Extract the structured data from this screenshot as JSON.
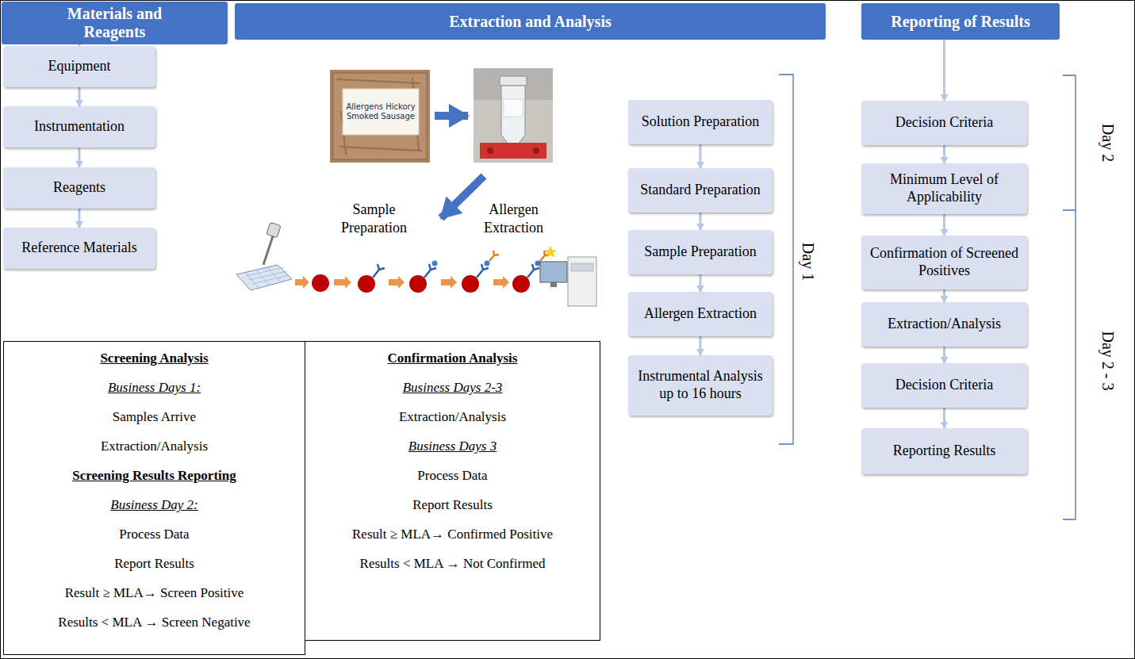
{
  "diagram": {
    "nodes": [
      {
        "text": [
          "Materials and Reagents"
        ]
      },
      {
        "text": [
          "Extraction and Analysis"
        ]
      },
      {
        "text": [
          "Reporting of Results"
        ]
      },
      {
        "text": [
          "Equipment"
        ]
      },
      {
        "text": [
          "Instrumentation"
        ]
      },
      {
        "text": [
          "Reagents"
        ]
      },
      {
        "text": [
          "Reference Materials"
        ]
      },
      {
        "text": [
          "Sample Preparation"
        ]
      },
      {
        "text": [
          "Allergen Extraction"
        ]
      },
      {
        "text": [
          "Solution Preparation"
        ]
      },
      {
        "text": [
          "Standard Preparation"
        ]
      },
      {
        "text": [
          "Sample Preparation"
        ]
      },
      {
        "text": [
          "Allergen Extraction"
        ]
      },
      {
        "text": [
          "Instrumental Analysis up to 16 hours"
        ]
      },
      {
        "text": [
          "Decision Criteria"
        ]
      },
      {
        "text": [
          "Minimum Level of Applicability"
        ]
      },
      {
        "text": [
          "Confirmation of Screened Positives"
        ]
      },
      {
        "text": [
          "Extraction/Analysis"
        ]
      },
      {
        "text": [
          "Decision Criteria"
        ]
      },
      {
        "text": [
          "Reporting Results"
        ]
      },
      {
        "text": [
          "Screening Analysis",
          "Business Days 1:",
          "Samples Arrive",
          "Extraction/Analysis",
          "Screening Results Reporting",
          "Business Day 2:",
          "Process Data",
          "Report Results",
          "Result ≥ MLA→ Screen Positive",
          "Results < MLA → Screen Negative"
        ]
      },
      {
        "text": [
          "Confirmation Analysis",
          "Business Days 2-3",
          "Extraction/Analysis",
          "Business Days 3",
          "Process Data",
          "Report Results",
          "Result ≥ MLA→ Confirmed Positive",
          "Results < MLA → Not Confirmed"
        ]
      }
    ],
    "edges": [
      {
        "from": 0,
        "to": 3,
        "arrow": "to"
      },
      {
        "from": 3,
        "to": 4,
        "arrow": "to"
      },
      {
        "from": 4,
        "to": 5,
        "arrow": "to"
      },
      {
        "from": 5,
        "to": 6,
        "arrow": "to"
      },
      {
        "from": 7,
        "to": 8,
        "arrow": "to"
      },
      {
        "from": 9,
        "to": 10,
        "arrow": "to"
      },
      {
        "from": 10,
        "to": 11,
        "arrow": "to"
      },
      {
        "from": 11,
        "to": 12,
        "arrow": "to"
      },
      {
        "from": 12,
        "to": 13,
        "arrow": "to"
      },
      {
        "from": 2,
        "to": 14,
        "arrow": "to"
      },
      {
        "from": 14,
        "to": 15,
        "arrow": "to"
      },
      {
        "from": 15,
        "to": 16,
        "arrow": "to"
      },
      {
        "from": 16,
        "to": 17,
        "arrow": "to"
      },
      {
        "from": 17,
        "to": 18,
        "arrow": "to"
      },
      {
        "from": 18,
        "to": 19,
        "arrow": "to"
      }
    ],
    "labels": [
      "Allergens Hickory Smoked Sausage",
      "Day 1",
      "Day 2",
      "Day 2 - 3"
    ]
  }
}
